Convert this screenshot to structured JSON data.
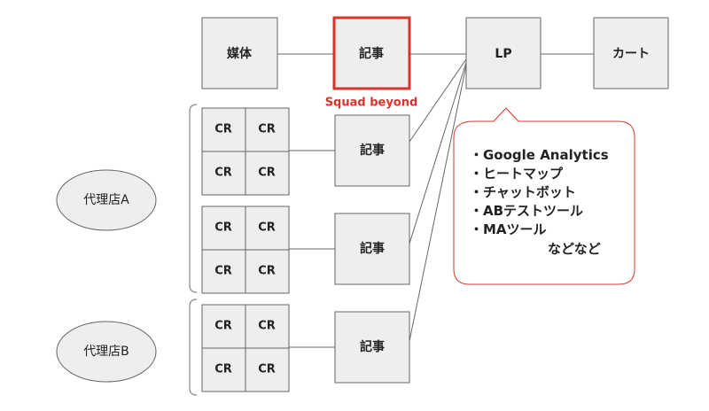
{
  "top_row": {
    "media": "媒体",
    "article": "記事",
    "lp": "LP",
    "cart": "カート"
  },
  "highlight_caption": "Squad beyond",
  "groups": [
    {
      "blocks": [
        {
          "cr": [
            "CR",
            "CR",
            "CR",
            "CR"
          ],
          "article": "記事"
        },
        {
          "cr": [
            "CR",
            "CR",
            "CR",
            "CR"
          ],
          "article": "記事"
        }
      ]
    },
    {
      "blocks": [
        {
          "cr": [
            "CR",
            "CR",
            "CR",
            "CR"
          ],
          "article": "記事"
        }
      ]
    }
  ],
  "agencies": [
    "代理店A",
    "代理店B"
  ],
  "tools_callout": {
    "items": [
      "・Google Analytics",
      "・ヒートマップ",
      "・チャットボット",
      "・ABテストツール",
      "・MAツール"
    ],
    "footer": "などなど"
  },
  "colors": {
    "highlight": "#d9342b",
    "box_fill": "#eeeeee",
    "box_stroke": "#666666"
  }
}
